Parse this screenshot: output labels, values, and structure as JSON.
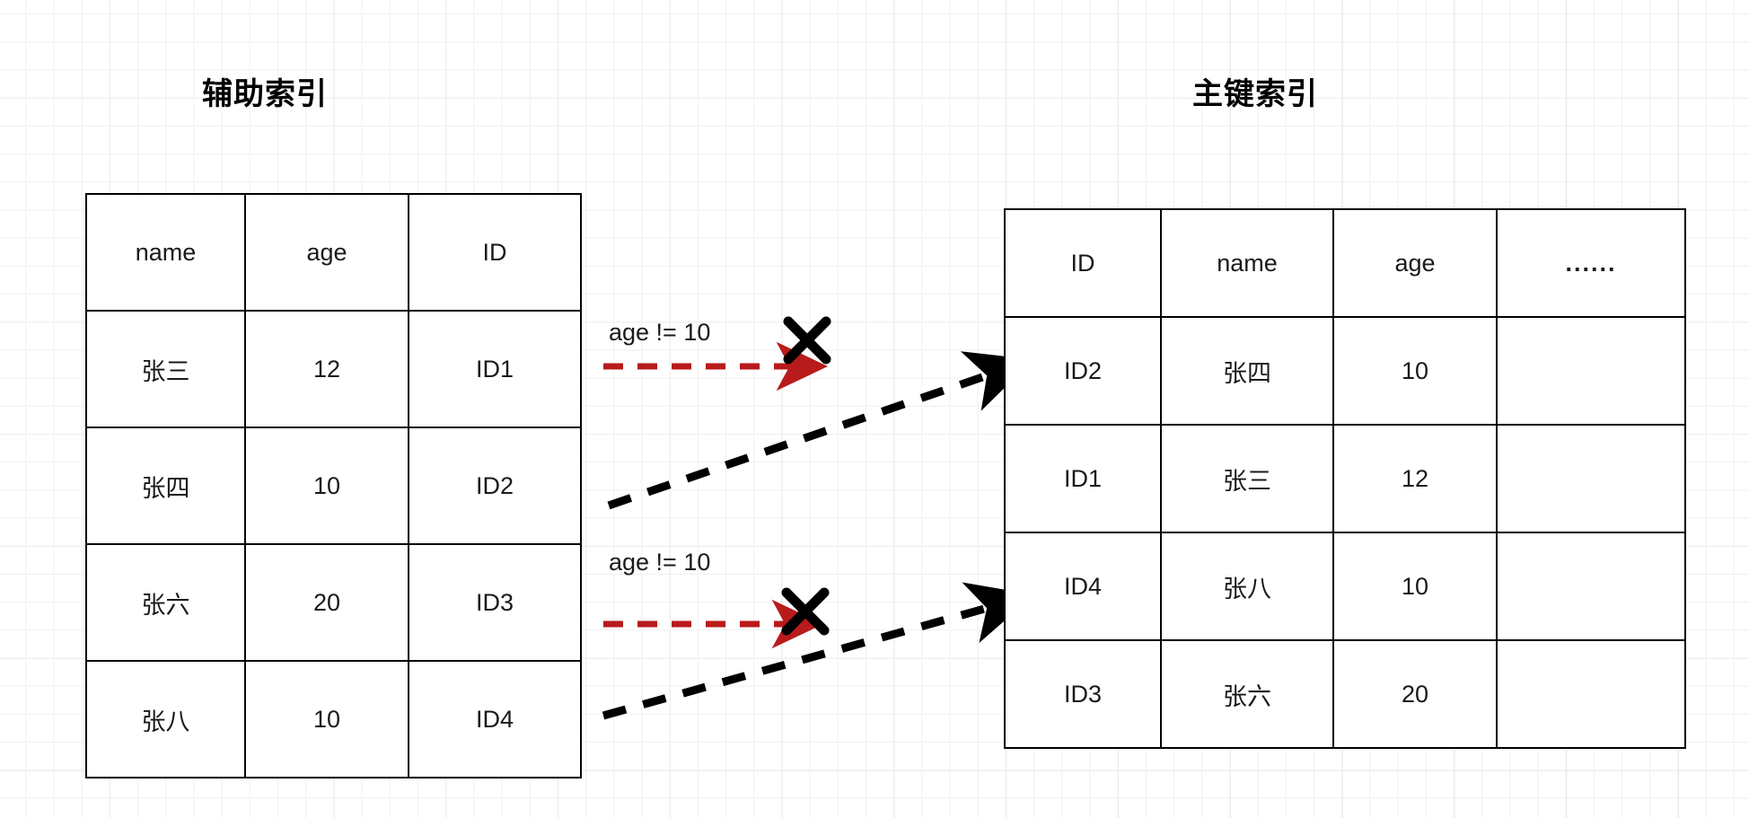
{
  "diagram": {
    "type": "database-index-lookup",
    "background": {
      "grid": true,
      "minor_grid_color": "#f0f0f0",
      "major_grid_color": "#e3e3e3"
    },
    "secondary_index": {
      "title": "辅助索引",
      "columns": [
        "name",
        "age",
        "ID"
      ],
      "rows": [
        {
          "name": "张三",
          "age": "12",
          "id": "ID1"
        },
        {
          "name": "张四",
          "age": "10",
          "id": "ID2"
        },
        {
          "name": "张六",
          "age": "20",
          "id": "ID3"
        },
        {
          "name": "张八",
          "age": "10",
          "id": "ID4"
        }
      ]
    },
    "primary_index": {
      "title": "主键索引",
      "columns": [
        "ID",
        "name",
        "age",
        "......"
      ],
      "rows": [
        {
          "id": "ID2",
          "name": "张四",
          "age": "10",
          "more": ""
        },
        {
          "id": "ID1",
          "name": "张三",
          "age": "12",
          "more": ""
        },
        {
          "id": "ID4",
          "name": "张八",
          "age": "10",
          "more": ""
        },
        {
          "id": "ID3",
          "name": "张六",
          "age": "20",
          "more": ""
        }
      ]
    },
    "annotations": [
      {
        "label": "age != 10",
        "kind": "rejected",
        "marker": "x-mark",
        "color": "#b81b1b"
      },
      {
        "label": "age != 10",
        "kind": "rejected",
        "marker": "x-mark",
        "color": "#b81b1b"
      }
    ],
    "colors": {
      "rejected_arrow": "#b81b1b",
      "lookup_arrow": "#000000",
      "table_border": "#000000",
      "text": "#1a1a1a"
    }
  }
}
